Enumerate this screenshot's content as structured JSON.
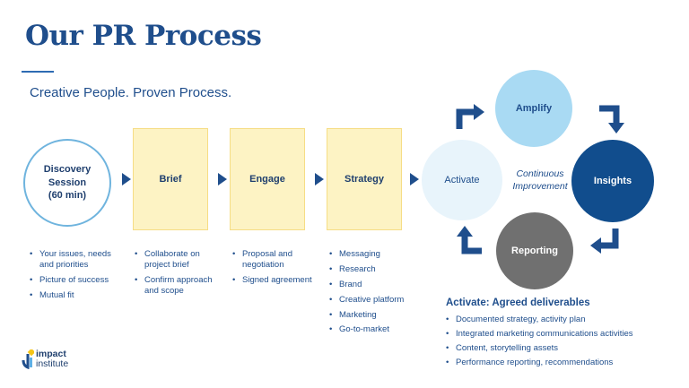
{
  "title": "Our PR Process",
  "subtitle": "Creative People. Proven Process.",
  "steps": {
    "discovery": {
      "line1": "Discovery",
      "line2": "Session",
      "line3": "(60 min)"
    },
    "brief": "Brief",
    "engage": "Engage",
    "strategy": "Strategy",
    "activate": "Activate"
  },
  "cycle": {
    "amplify": "Amplify",
    "insights": "Insights",
    "reporting": "Reporting",
    "center_line1": "Continuous",
    "center_line2": "Improvement"
  },
  "lists": {
    "discovery": [
      "Your issues, needs and priorities",
      "Picture of success",
      "Mutual fit"
    ],
    "brief": [
      "Collaborate on project brief",
      "Confirm approach and scope"
    ],
    "engage": [
      "Proposal and negotiation",
      "Signed agreement"
    ],
    "strategy": [
      "Messaging",
      "Research",
      "Brand",
      "Creative platform",
      "Marketing",
      "Go-to-market"
    ]
  },
  "deliverables": {
    "title": "Activate: Agreed deliverables",
    "items": [
      "Documented strategy, activity plan",
      "Integrated marketing communications activities",
      "Content, storytelling assets",
      "Performance reporting, recommendations"
    ]
  },
  "logo": {
    "line1": "impact",
    "line2": "institute"
  },
  "colors": {
    "navy": "#1f4e8c",
    "dark_blue": "#114d8d",
    "light_blue": "#a9daf3",
    "pale_blue": "#e8f4fb",
    "grey": "#707070",
    "cream": "#fdf3c4",
    "cream_border": "#f6dd85",
    "logo_yellow": "#f5c518"
  },
  "icons": {
    "logo_mark": "impact-institute-mark-icon",
    "arrows": "chevron-arrow-icon"
  }
}
